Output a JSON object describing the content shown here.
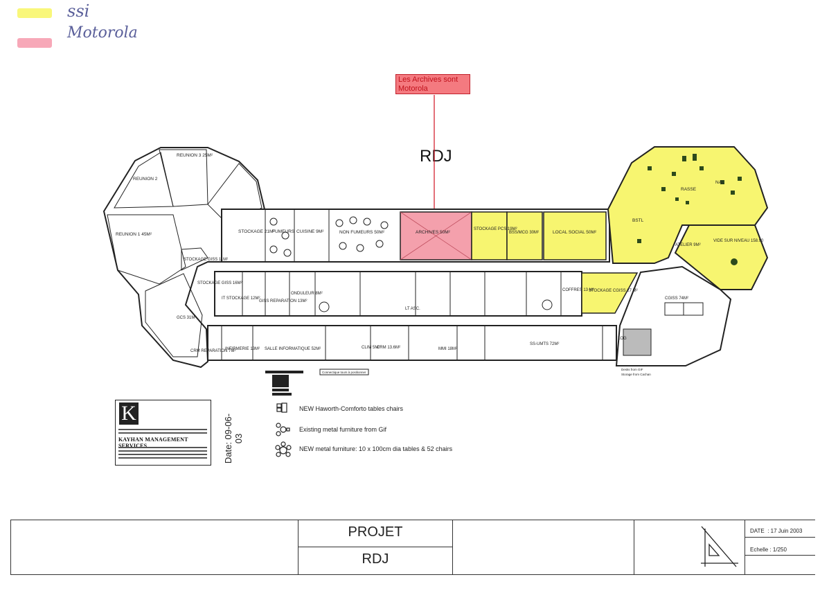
{
  "color_legend": {
    "items": [
      {
        "label": "SSI",
        "color": "#f7f570"
      },
      {
        "label": "Motorola",
        "color": "#f7a8b8"
      }
    ]
  },
  "annotation": {
    "text": "Les Archives sont Motorola",
    "color": "#f47a80"
  },
  "plan_title": "RDJ",
  "rooms": [
    "REUNION 3 25M²",
    "REUNION 2",
    "REUNION 1 45M²",
    "STOCKAGE 21M²",
    "FUMEURS",
    "CUISINE 9M²",
    "NON FUMEURS 50M²",
    "ARCHIVES 50M²",
    "STOCKAGE PCS 19M²",
    "BSS/MCG 30M²",
    "LOCAL SOCIAL 50M²",
    "RASSE",
    "BSTL",
    "NAL",
    "ATELIER 9M²",
    "VIDE SUR NIVEAU 158.90",
    "STOCKAGE GISS 11M²",
    "STOCKAGE GISS 16M²",
    "IT STOCKAGE 12M²",
    "GISS REPARATION 13M²",
    "ONDULEUR 8M²",
    "LT ASC.",
    "COFFRES 13 M²",
    "STOCKAGE CGISS 27 M²",
    "CGISS 74M²",
    "GCS 31M²",
    "CRM REPARATION 7M²",
    "INFIRMERIE 13M²",
    "SALLE INFORMATIQUE 52M²",
    "CLIM 5M²",
    "CRM 13.6M²",
    "MMI 18M²",
    "SS-UMTS 72M²",
    "LOG",
    "Desks from GIF",
    "Storage from Cachan",
    "Connectique tours à positionner"
  ],
  "company_logo": {
    "letter": "K",
    "name": "KAYHAN MANAGEMENT SERVICES",
    "date": "Date: 09-06-03"
  },
  "furniture_legend": [
    {
      "icon": "table-chairs-icon",
      "label": "NEW Haworth-Comforto tables chairs"
    },
    {
      "icon": "existing-furniture-icon",
      "label": "Existing metal furniture from Gif"
    },
    {
      "icon": "round-table-icon",
      "label": "NEW metal furniture: 10 x 100cm dia tables & 52 chairs"
    }
  ],
  "title_block": {
    "projet_label": "PROJET",
    "projet_value": "RDJ",
    "date": "DATE  : 17 Juin 2003",
    "scale": "Echelle : 1/250"
  },
  "colors": {
    "ssi": "#f7f570",
    "motorola": "#f7a8b8",
    "annotation_red": "#d01020"
  }
}
